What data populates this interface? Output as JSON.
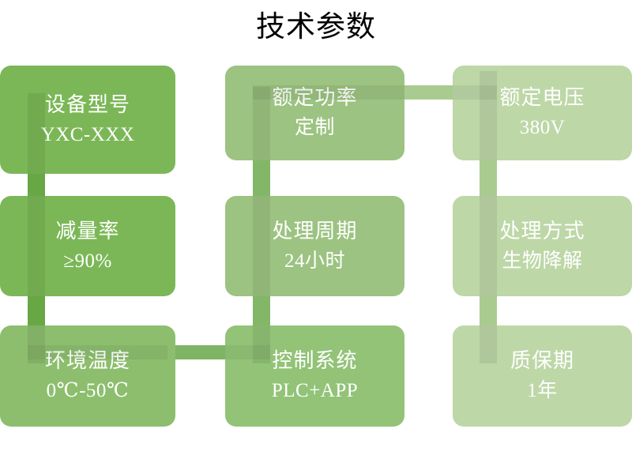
{
  "header": {
    "title": "技术参数"
  },
  "colors": {
    "dark_green": "#7BB757",
    "mid_green": "#91C275",
    "light_green": "#BDD7A7",
    "connector_dark": "#68A844",
    "connector_mid": "#82B767",
    "connector_light": "#A9CB90",
    "text_on_card": "#FFFFFF",
    "title_text": "#000000",
    "background": "#FFFFFF"
  },
  "diagram": {
    "type": "spec-grid",
    "rows": 3,
    "columns": 3,
    "cards": [
      {
        "id": "model",
        "label": "设备型号",
        "value": "YXC-XXX",
        "row": 1,
        "col": 1,
        "tone": "dark"
      },
      {
        "id": "rated-power",
        "label": "额定功率",
        "value": "定制",
        "row": 1,
        "col": 2,
        "tone": "mid"
      },
      {
        "id": "rated-voltage",
        "label": "额定电压",
        "value": "380V",
        "row": 1,
        "col": 3,
        "tone": "light"
      },
      {
        "id": "reduction",
        "label": "减量率",
        "value": "≥90%",
        "row": 2,
        "col": 1,
        "tone": "dark"
      },
      {
        "id": "cycle",
        "label": "处理周期",
        "value": "24小时",
        "row": 2,
        "col": 2,
        "tone": "mid"
      },
      {
        "id": "method",
        "label": "处理方式",
        "value": "生物降解",
        "row": 2,
        "col": 3,
        "tone": "light"
      },
      {
        "id": "temperature",
        "label": "环境温度",
        "value": "0℃-50℃",
        "row": 3,
        "col": 1,
        "tone": "dark"
      },
      {
        "id": "control",
        "label": "控制系统",
        "value": "PLC+APP",
        "row": 3,
        "col": 2,
        "tone": "mid"
      },
      {
        "id": "warranty",
        "label": "质保期",
        "value": "1年",
        "row": 3,
        "col": 3,
        "tone": "light"
      }
    ]
  }
}
